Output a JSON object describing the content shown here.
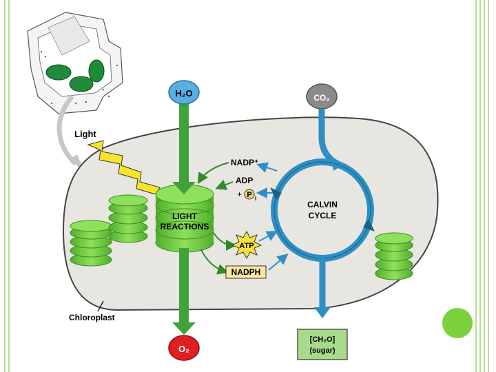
{
  "labels": {
    "water": "H₂O",
    "carbon_dioxide": "CO₂",
    "oxygen": "O₂",
    "light": "Light",
    "nadp_plus": "NADP⁺",
    "adp": "ADP",
    "plus": "+",
    "pi": "P",
    "pi_sub": "i",
    "atp": "ATP",
    "nadph": "NADPH",
    "light_reactions_line1": "LIGHT",
    "light_reactions_line2": "REACTIONS",
    "calvin_line1": "CALVIN",
    "calvin_line2": "CYCLE",
    "sugar_line1": "[CH₂O]",
    "sugar_line2": "(sugar)",
    "chloroplast": "Chloroplast"
  },
  "colors": {
    "water_circle": "#5aaee0",
    "co2_circle": "#8a8a8a",
    "oxygen_circle": "#e02020",
    "thylakoid_green": "#6fce3c",
    "thylakoid_dark": "#4aa82a",
    "calvin_blue": "#2e8fc4",
    "stroma": "#e8e6e0",
    "sugar_box": "#a9d98a",
    "atp_star": "#f8e23a",
    "nadph_box": "#fbe7a0",
    "lightning": "#f6e52b",
    "frame": "#b9dc97",
    "accent_dot": "#7bd13e"
  },
  "icons": [
    "lightning-icon",
    "plant-cell-icon",
    "curved-arrow-icon",
    "thylakoid-stack-icon"
  ]
}
